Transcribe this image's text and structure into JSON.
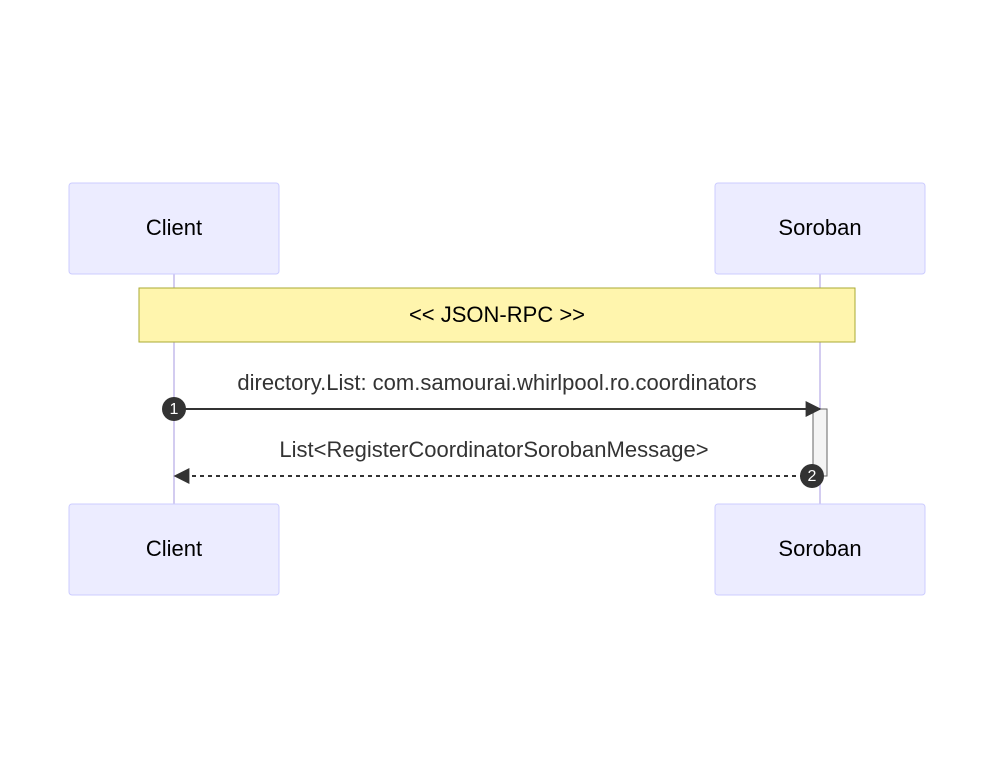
{
  "diagram": {
    "type": "sequence",
    "actors": [
      {
        "id": "client",
        "label": "Client"
      },
      {
        "id": "soroban",
        "label": "Soroban"
      }
    ],
    "note": {
      "text": "<< JSON-RPC >>",
      "over": [
        "client",
        "soroban"
      ]
    },
    "messages": [
      {
        "seq": "1",
        "from": "client",
        "to": "soroban",
        "text": "directory.List: com.samourai.whirlpool.ro.coordinators",
        "style": "solid"
      },
      {
        "seq": "2",
        "from": "soroban",
        "to": "client",
        "text": "List<RegisterCoordinatorSorobanMessage>",
        "style": "dashed"
      }
    ],
    "colors": {
      "actor_fill": "#ECECFF",
      "actor_border": "#CCCCFF",
      "lifeline": "#D3CCF0",
      "note_fill": "#FFF5AD",
      "note_border": "#AAAA33",
      "message": "#333333"
    }
  }
}
